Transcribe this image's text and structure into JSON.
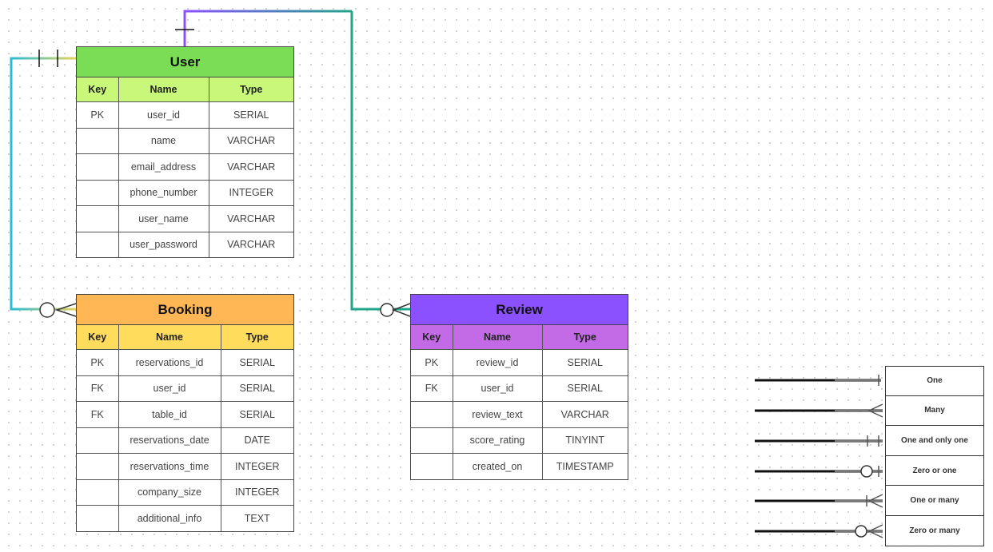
{
  "entities": {
    "user": {
      "title": "User",
      "header_color": "#7bdc56",
      "subheader_color": "#c8f77a",
      "columns": [
        "Key",
        "Name",
        "Type"
      ],
      "rows": [
        {
          "key": "PK",
          "name": "user_id",
          "type": "SERIAL"
        },
        {
          "key": "",
          "name": "name",
          "type": "VARCHAR"
        },
        {
          "key": "",
          "name": "email_address",
          "type": "VARCHAR"
        },
        {
          "key": "",
          "name": "phone_number",
          "type": "INTEGER"
        },
        {
          "key": "",
          "name": "user_name",
          "type": "VARCHAR"
        },
        {
          "key": "",
          "name": "user_password",
          "type": "VARCHAR"
        }
      ]
    },
    "booking": {
      "title": "Booking",
      "header_color": "#ffb756",
      "subheader_color": "#ffdc5c",
      "columns": [
        "Key",
        "Name",
        "Type"
      ],
      "rows": [
        {
          "key": "PK",
          "name": "reservations_id",
          "type": "SERIAL"
        },
        {
          "key": "FK",
          "name": "user_id",
          "type": "SERIAL"
        },
        {
          "key": "FK",
          "name": "table_id",
          "type": "SERIAL"
        },
        {
          "key": "",
          "name": "reservations_date",
          "type": "DATE"
        },
        {
          "key": "",
          "name": "reservations_time",
          "type": "INTEGER"
        },
        {
          "key": "",
          "name": "company_size",
          "type": "INTEGER"
        },
        {
          "key": "",
          "name": "additional_info",
          "type": "TEXT"
        }
      ]
    },
    "review": {
      "title": "Review",
      "header_color": "#8b51ff",
      "subheader_color": "#c36be6",
      "columns": [
        "Key",
        "Name",
        "Type"
      ],
      "rows": [
        {
          "key": "PK",
          "name": "review_id",
          "type": "SERIAL"
        },
        {
          "key": "FK",
          "name": "user_id",
          "type": "SERIAL"
        },
        {
          "key": "",
          "name": "review_text",
          "type": "VARCHAR"
        },
        {
          "key": "",
          "name": "score_rating",
          "type": "TINYINT"
        },
        {
          "key": "",
          "name": "created_on",
          "type": "TIMESTAMP"
        }
      ]
    }
  },
  "relationships": [
    {
      "from": "User",
      "to": "Booking",
      "from_end": "one and only one",
      "to_end": "zero or many",
      "colors": [
        "#e6d35a",
        "#2bbcd4"
      ]
    },
    {
      "from": "User",
      "to": "Review",
      "from_end": "one",
      "to_end": "zero or many",
      "colors": [
        "#8b51ff",
        "#21b07a"
      ]
    }
  ],
  "legend": [
    {
      "label": "One",
      "symbol": "one"
    },
    {
      "label": "Many",
      "symbol": "many"
    },
    {
      "label": "One and only one",
      "symbol": "one-and-only-one"
    },
    {
      "label": "Zero or one",
      "symbol": "zero-or-one"
    },
    {
      "label": "One or many",
      "symbol": "one-or-many"
    },
    {
      "label": "Zero or many",
      "symbol": "zero-or-many"
    }
  ]
}
